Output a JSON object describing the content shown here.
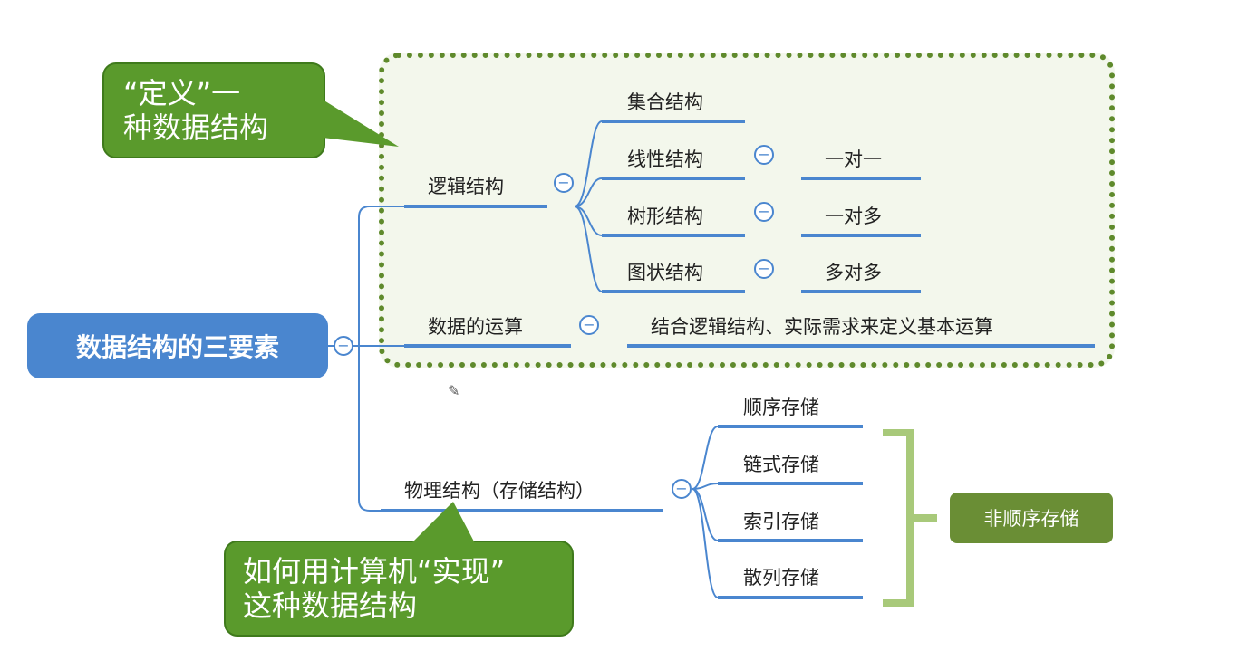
{
  "root": {
    "label": "数据结构的三要素"
  },
  "branches": {
    "logical": {
      "label": "逻辑结构",
      "children": [
        {
          "label": "集合结构",
          "relation": ""
        },
        {
          "label": "线性结构",
          "relation": "一对一"
        },
        {
          "label": "树形结构",
          "relation": "一对多"
        },
        {
          "label": "图状结构",
          "relation": "多对多"
        }
      ]
    },
    "operations": {
      "label": "数据的运算",
      "detail": "结合逻辑结构、实际需求来定义基本运算"
    },
    "physical": {
      "label": "物理结构（存储结构）",
      "children": [
        "顺序存储",
        "链式存储",
        "索引存储",
        "散列存储"
      ],
      "group_tag": "非顺序存储"
    }
  },
  "callouts": {
    "definition": {
      "line1": "“定义”一",
      "line2": "种数据结构"
    },
    "implementation": {
      "line1": "如何用计算机“实现”",
      "line2": "这种数据结构"
    }
  },
  "icons": {
    "toggle": "minus-circle-icon",
    "pencil": "pencil-icon"
  },
  "colors": {
    "root": "#4a86cf",
    "branch_line": "#4a86cf",
    "callout": "#5a9a2c",
    "tag": "#6a8e35",
    "bracket": "#a8c97a",
    "region_border": "#5f8a2c"
  }
}
